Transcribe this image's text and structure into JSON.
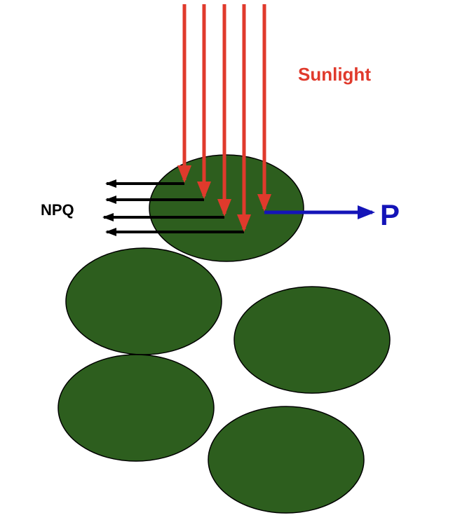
{
  "labels": {
    "sunlight": "Sunlight",
    "npq": "NPQ",
    "p": "P"
  },
  "colors": {
    "sunlight": "#e03a2c",
    "npq": "#000000",
    "p": "#1414b8",
    "chloroplast_fill": "#2d5e1e",
    "chloroplast_stroke": "#000000"
  }
}
